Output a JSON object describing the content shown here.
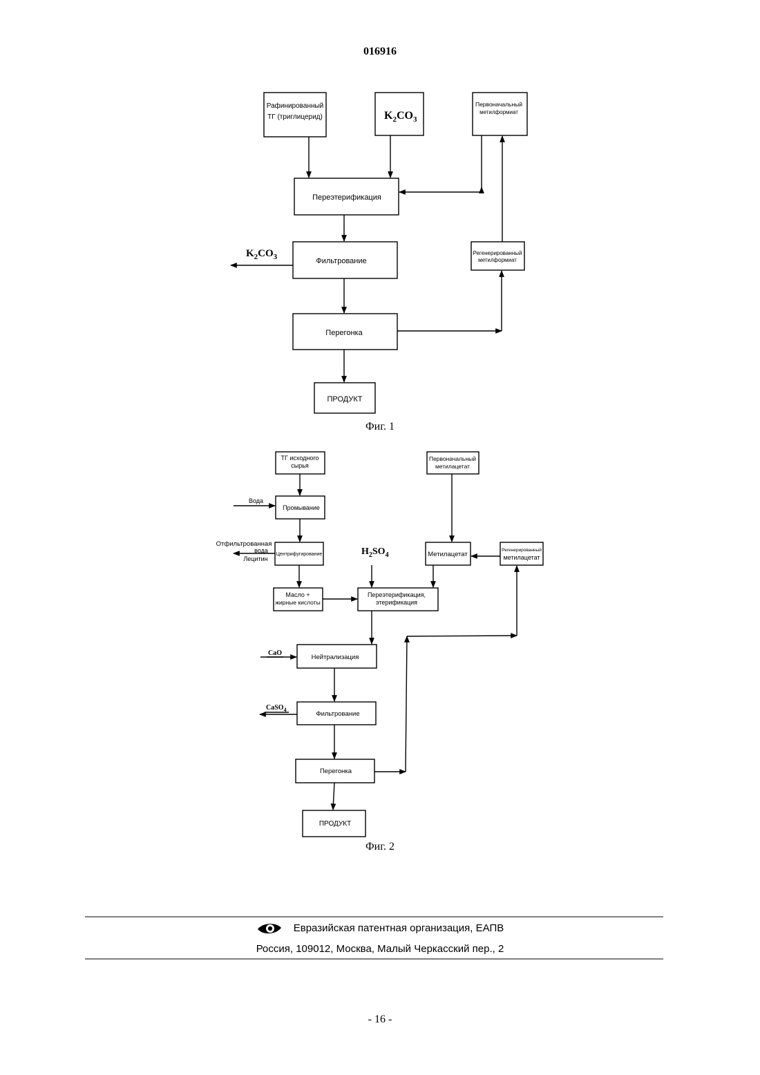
{
  "header": {
    "doc_number": "016916"
  },
  "figure1": {
    "caption": "Фиг. 1",
    "boxes": {
      "tg": [
        "Рафинированный",
        "ТГ (триглицерид)"
      ],
      "k2co3": {
        "base": "K",
        "sub1": "2",
        "mid": "CO",
        "sub2": "3"
      },
      "initial_formate": [
        "Первоначальный",
        "метилформиат"
      ],
      "transesterification": "Переэтерификация",
      "filtration": "Фильтрование",
      "regenerated_formate": [
        "Регенерированный",
        "метилформиат"
      ],
      "distillation": "Перегонка",
      "product": "ПРОДУКТ"
    },
    "side_output": {
      "base": "K",
      "sub1": "2",
      "mid": "CO",
      "sub2": "3"
    }
  },
  "figure2": {
    "caption": "Фиг. 2",
    "boxes": {
      "tg_feed": [
        "ТГ исходного",
        "сырья"
      ],
      "initial_acetate": [
        "Первоначальный",
        "метилацетат"
      ],
      "washing": "Промывание",
      "centrifugation": "Центрифугирование",
      "h2so4": {
        "base": "H",
        "sub1": "2",
        "mid": "SO",
        "sub2": "4"
      },
      "methyl_acetate": "Метилацетат",
      "regenerated_acetate": [
        "Регенерированный",
        "метилацетат"
      ],
      "oil_fatty_acids": [
        "Масло +",
        "жирные кислоты"
      ],
      "transesterification": [
        "Переэтерификация,",
        "этерификация"
      ],
      "neutralization": "Нейтрализация",
      "filtration": "Фильтрование",
      "distillation": "Перегонка",
      "product": "ПРОДУКТ"
    },
    "inputs": {
      "water": "Вода",
      "filtered": [
        "Отфильтрованная",
        "вода",
        "Лецитин"
      ],
      "cao": "CaO",
      "caso4": {
        "base": "CaSO",
        "sub": "4"
      }
    }
  },
  "footer": {
    "organization": "Евразийская патентная организация, ЕАПВ",
    "address": "Россия, 109012, Москва, Малый Черкасский пер., 2"
  },
  "page_number": "- 16 -"
}
